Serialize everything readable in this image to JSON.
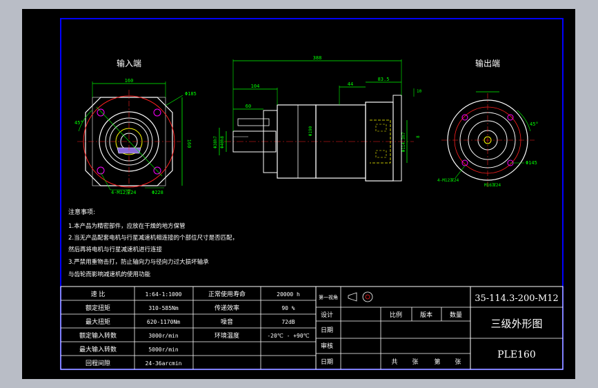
{
  "views": {
    "input_label": "输入端",
    "output_label": "输出端"
  },
  "dims": {
    "input_width": "160",
    "input_height": "160",
    "input_bolt_circle": "Φ185",
    "input_angle": "45°",
    "input_holes": "4-M12深24",
    "input_pcd": "Φ228",
    "overall_length": "388",
    "len_104": "104",
    "len_60": "60",
    "len_44": "44",
    "len_83": "83.5",
    "shaft_dia": "Φ38h7",
    "shaft_dia2": "Φ40h8",
    "body_dia": "Φ190",
    "out_dia": "Φ114.3h7",
    "out_small": "10",
    "out_key": "8",
    "output_holes": "4-M12深24",
    "output_center_hole": "M16深24",
    "output_pcd": "Φ145",
    "output_angle": "45°"
  },
  "notes": {
    "title": "注意事项:",
    "lines": [
      "1.本产品为精密部件，应放在干燥的地方保管",
      "2.当无产品配套电机与行星减速机相连接的个部位尺寸是否匹配，",
      "然后再将电机与行星减速机进行连接",
      "3.严禁用重物击打，防止轴向力与径向力过大损坏轴承",
      "与齿轮而影响减速机的使用功能"
    ]
  },
  "specs": [
    {
      "label": "速 比",
      "value": "1:64-1:1000",
      "label2": "正常使用寿命",
      "value2": "20000 h"
    },
    {
      "label": "额定扭矩",
      "value": "310-585Nm",
      "label2": "传递效率",
      "value2": "90 %"
    },
    {
      "label": "最大扭矩",
      "value": "620-1170Nm",
      "label2": "噪音",
      "value2": "72dB"
    },
    {
      "label": "额定输入转数",
      "value": "3000r/min",
      "label2": "环境温度",
      "value2": "-20℃ - +90℃"
    },
    {
      "label": "最大输入转数",
      "value": "5000r/min",
      "label2": "",
      "value2": ""
    },
    {
      "label": "回程间隙",
      "value": "24-36arcmin",
      "label2": "",
      "value2": ""
    }
  ],
  "titleblock": {
    "projection_label": "第一视角",
    "design": "设计",
    "check": "审核",
    "review": "审核",
    "date": "日期",
    "scale": "比例",
    "version": "版本",
    "quantity": "数量",
    "sheets_a": "共",
    "sheets_b": "张",
    "sheets_c": "第",
    "sheets_d": "张",
    "model_code": "35-114.3-200-M12",
    "drawing_name": "三级外形图",
    "product": "PLE160"
  },
  "colors": {
    "background": "#000000",
    "frame": "#b9bdc6",
    "line_white": "#ffffff",
    "line_green": "#00ff00",
    "line_red": "#ff2020",
    "line_magenta": "#ff00ff",
    "line_yellow": "#ffff00",
    "line_blue": "#0000ff"
  }
}
